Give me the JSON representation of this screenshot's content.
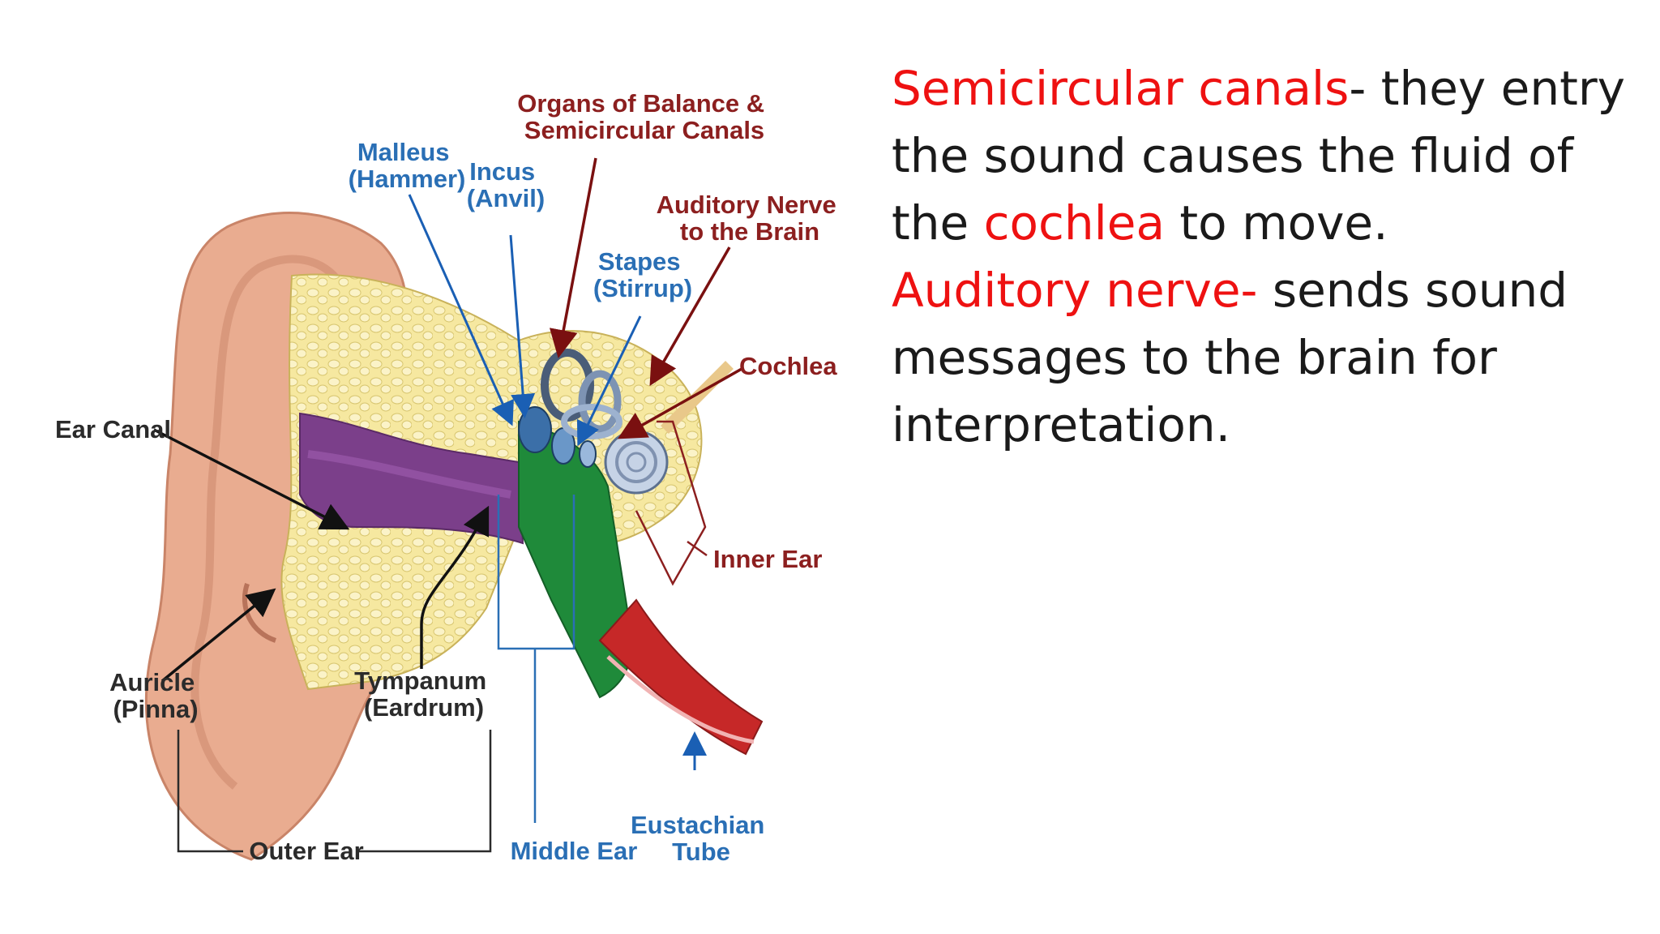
{
  "diagram": {
    "labels": {
      "ear_canal": "Ear Canal",
      "auricle": [
        "Auricle",
        "(Pinna)"
      ],
      "tympanum": [
        "Tympanum",
        "(Eardrum)"
      ],
      "outer_ear": "Outer Ear",
      "middle_ear": "Middle Ear",
      "eustachian": [
        "Eustachian",
        "Tube"
      ],
      "malleus": [
        "Malleus",
        "(Hammer)"
      ],
      "incus": [
        "Incus",
        "(Anvil)"
      ],
      "organs": [
        "Organs of Balance &",
        "Semicircular Canals"
      ],
      "auditory_nerve": [
        "Auditory Nerve",
        "to the Brain"
      ],
      "stapes": [
        "Stapes",
        "(Stirrup)"
      ],
      "cochlea": "Cochlea",
      "inner_ear": "Inner Ear"
    }
  },
  "text": {
    "p1": {
      "term1": "Semicircular canals",
      "body1": "- they entry the sound causes the fluid of the ",
      "term2": "cochlea",
      "body2": " to move."
    },
    "p2": {
      "term": "Auditory nerve-",
      "body": " sends sound messages to the brain for interpretation."
    }
  },
  "colors": {
    "highlight_text": "#ee1111",
    "body_text": "#1a1a1a",
    "label_blue": "#2a6fb5",
    "label_red": "#8c1f1f",
    "label_dark": "#2b2b2b",
    "skin": "#e8a88c",
    "bone": "#f5e69a",
    "ear_canal": "#7b3f8a",
    "middle_ear_cavity": "#1f8a3a",
    "eustachian_tube": "#c62828"
  }
}
